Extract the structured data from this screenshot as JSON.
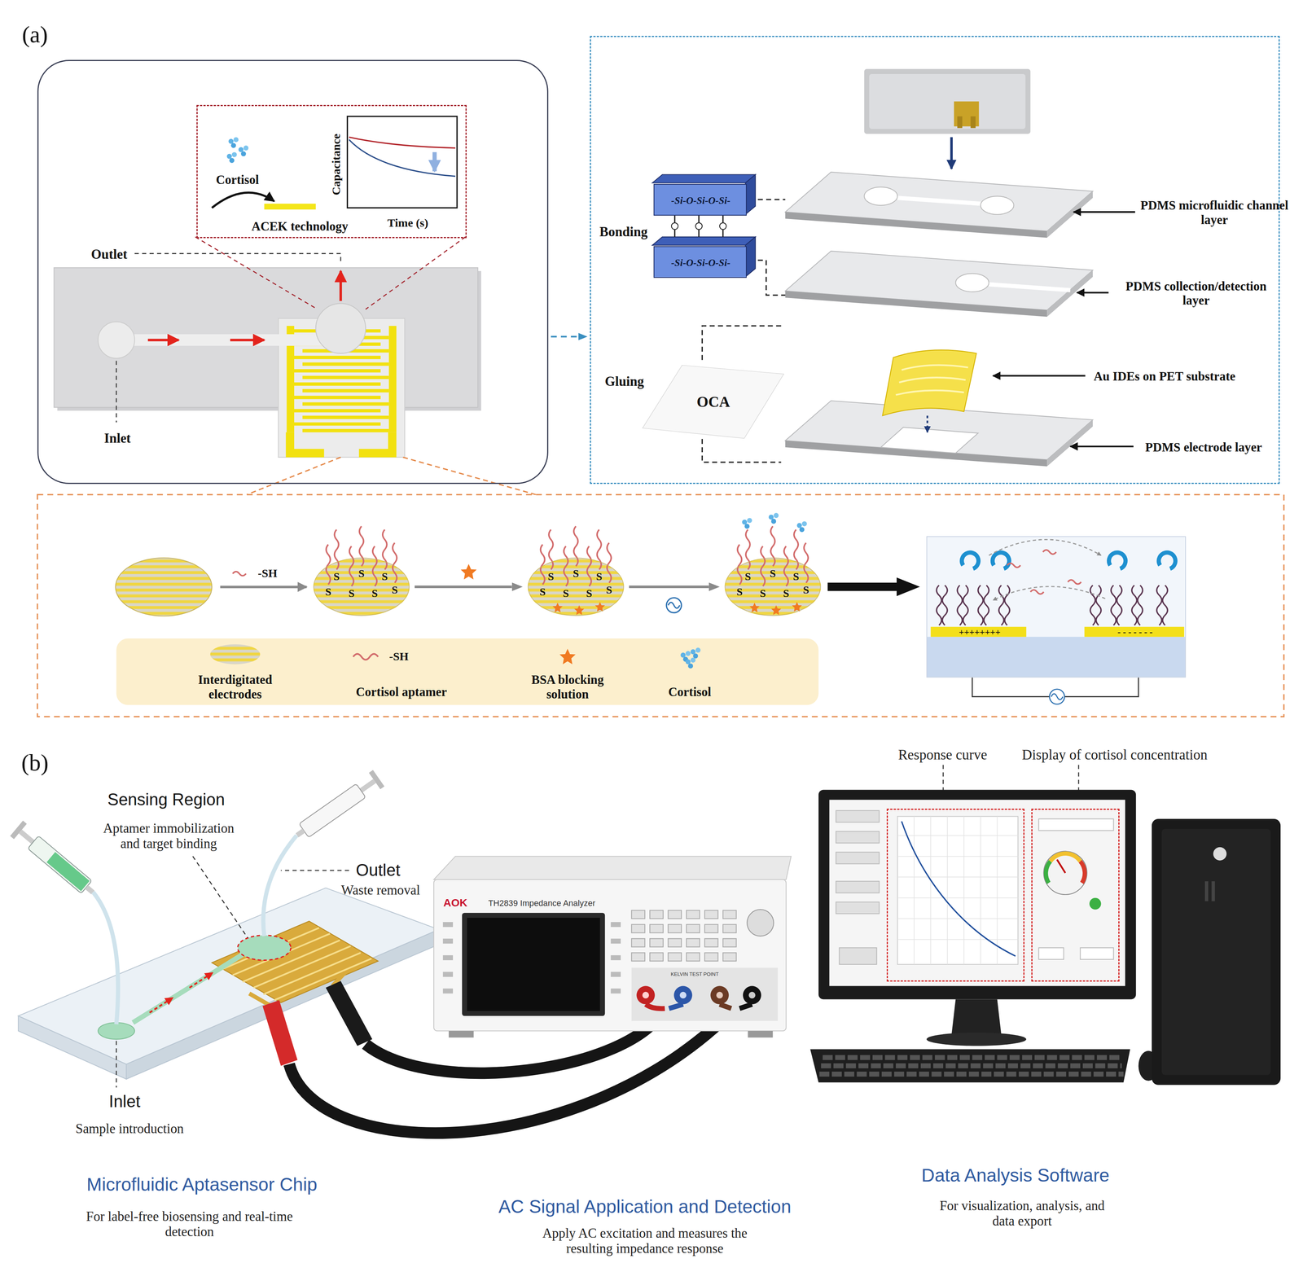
{
  "diagram": {
    "nodes": [
      {
        "text": [
          "Outlet",
          "Inlet"
        ]
      },
      {
        "text": [
          "Cortisol",
          "ACEK technology",
          "Capacitance",
          "Time (s)"
        ],
        "in": 0
      },
      {
        "text": [
          "Bonding",
          "Gluing",
          "PDMS microfluidic channel layer",
          "PDMS collection/detection layer",
          "Au IDEs on PET substrate",
          "PDMS electrode layer"
        ]
      },
      {
        "text": [
          "-Si-O-Si-O-Si-"
        ],
        "in": 2
      },
      {
        "text": [
          "-Si-O-Si-O-Si-"
        ],
        "in": 2
      },
      {
        "text": [
          "OCA"
        ],
        "in": 2
      },
      {
        "text": [
          "S",
          "S",
          "S",
          "S",
          "S",
          "S",
          "S"
        ]
      },
      {
        "text": [
          "S",
          "S",
          "S",
          "S",
          "S",
          "S",
          "S"
        ]
      },
      {
        "text": [
          "S",
          "S",
          "S",
          "S",
          "S",
          "S",
          "S"
        ]
      },
      {
        "text": [
          "++++++++",
          "- - - - - - -"
        ]
      },
      {
        "text": [
          "Response curve"
        ]
      },
      {
        "text": [
          "Display of cortisol concentration"
        ]
      }
    ],
    "edges": [
      {
        "from": 0,
        "to": 2,
        "arrow": "to"
      },
      {
        "from": 6,
        "to": 7,
        "arrow": "to"
      },
      {
        "from": 7,
        "to": 8,
        "arrow": "to"
      },
      {
        "from": 8,
        "to": 9,
        "arrow": "to"
      }
    ],
    "labels": [
      "(a)",
      "-SH",
      "-SH",
      "(b)",
      "Sensing Region",
      "Aptamer immobilization and target binding",
      "Outlet",
      "Waste removal",
      "AOK",
      "TH2839 Impedance Analyzer",
      "KELVIN TEST POINT",
      "Inlet",
      "Sample introduction",
      "Microfluidic Aptasensor Chip",
      "For label-free biosensing and real-time detection",
      "AC Signal Application and Detection",
      "Apply AC excitation and measures the resulting impedance response",
      "Data Analysis Software",
      "For visualization, analysis, and data export"
    ],
    "legend": [
      {
        "text": "Interdigitated electrodes"
      },
      {
        "text": "Cortisol aptamer"
      },
      {
        "text": "BSA blocking solution"
      },
      {
        "text": "Cortisol"
      }
    ]
  }
}
